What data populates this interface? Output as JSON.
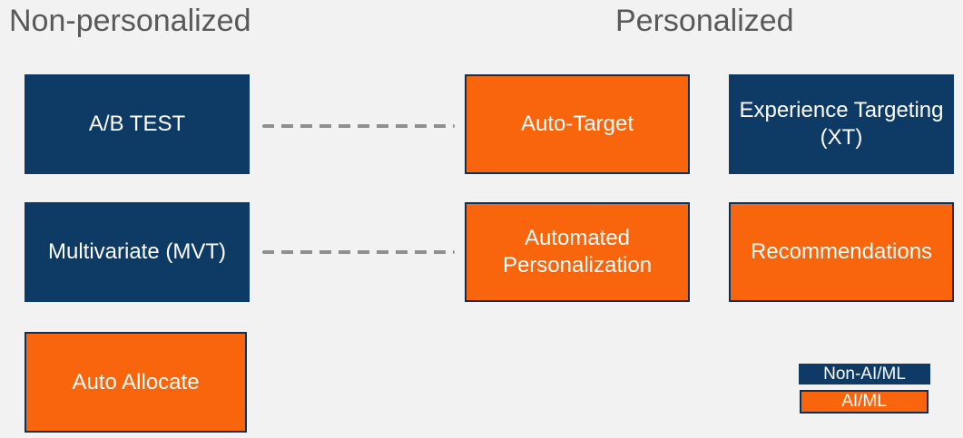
{
  "colors": {
    "background": "#f2f2f2",
    "navy": "#0e3a66",
    "orange": "#f8650d",
    "border_navy": "#0d3156",
    "heading_gray": "#595959",
    "dash_gray": "#8f8f8f",
    "text_white": "#ffffff"
  },
  "headings": {
    "left": "Non-personalized",
    "right": "Personalized"
  },
  "boxes": {
    "ab_test": {
      "label": "A/B TEST",
      "category": "Non-AI/ML"
    },
    "auto_target": {
      "label": "Auto-Target",
      "category": "AI/ML"
    },
    "experience_targeting": {
      "label": "Experience Targeting (XT)",
      "category": "Non-AI/ML"
    },
    "multivariate": {
      "label": "Multivariate (MVT)",
      "category": "Non-AI/ML"
    },
    "automated_personalization": {
      "label": "Automated Personalization",
      "category": "AI/ML"
    },
    "recommendations": {
      "label": "Recommendations",
      "category": "AI/ML"
    },
    "auto_allocate": {
      "label": "Auto Allocate",
      "category": "AI/ML"
    }
  },
  "connectors": [
    {
      "from": "A/B TEST",
      "to": "Auto-Target",
      "style": "dashed"
    },
    {
      "from": "Multivariate (MVT)",
      "to": "Automated Personalization",
      "style": "dashed"
    }
  ],
  "legend": {
    "non_ai": "Non-AI/ML",
    "ai": "AI/ML"
  }
}
